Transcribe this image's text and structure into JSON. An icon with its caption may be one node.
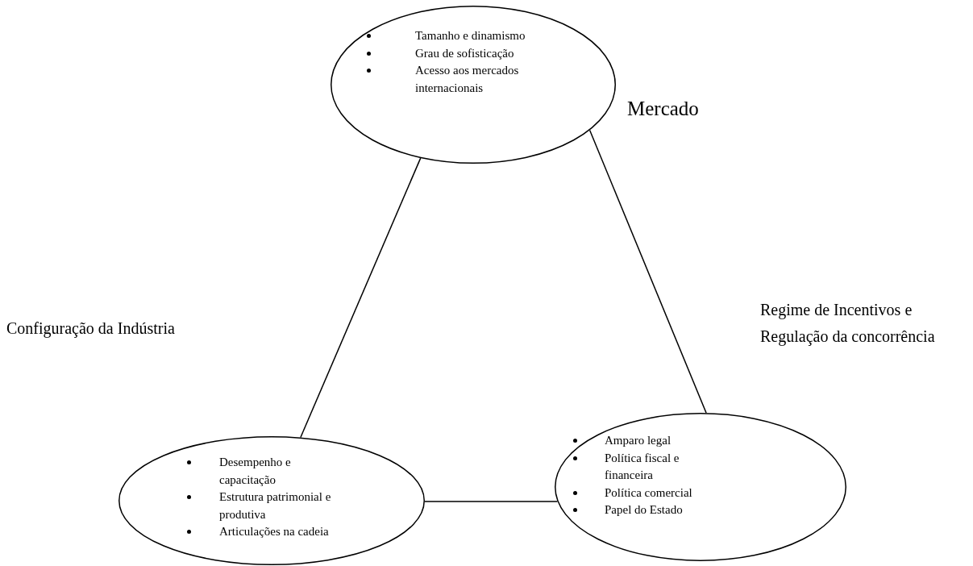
{
  "diagram": {
    "nodes": [
      {
        "text": [
          "Tamanho e dinamismo",
          "Grau de sofisticação",
          "Acesso aos mercados internacionais"
        ],
        "beside": [
          "Mercado"
        ]
      },
      {
        "text": [
          "Desempenho e capacitação",
          "Estrutura patrimonial e produtiva",
          "Articulações na cadeia"
        ]
      },
      {
        "text": [
          "Amparo legal",
          "Política fiscal e financeira",
          "Política comercial",
          "Papel do Estado"
        ]
      }
    ],
    "labels": [
      "Configuração da Indústria",
      "Regime de Incentivos e Regulação da concorrência"
    ],
    "edges": [
      {
        "from": 0,
        "to": 1,
        "arrow": "none"
      },
      {
        "from": 0,
        "to": 2,
        "arrow": "none"
      },
      {
        "from": 1,
        "to": 2,
        "arrow": "none"
      }
    ]
  }
}
